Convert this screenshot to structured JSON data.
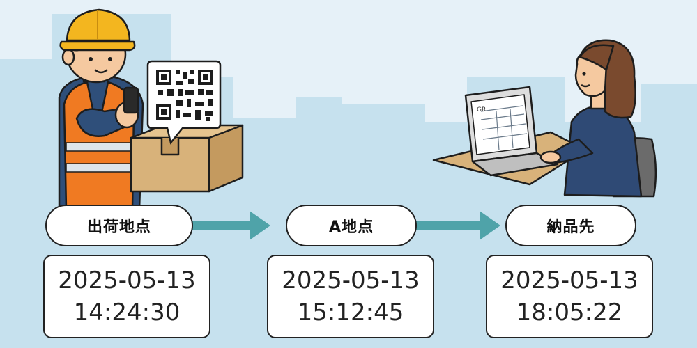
{
  "stages": [
    {
      "label": "出荷地点",
      "date": "2025-05-13",
      "time": "14:24:30"
    },
    {
      "label": "A地点",
      "date": "2025-05-13",
      "time": "15:12:45"
    },
    {
      "label": "納品先",
      "date": "2025-05-13",
      "time": "18:05:22"
    }
  ],
  "laptop_screen_text": "GR",
  "colors": {
    "sky": "#e6f1f8",
    "buildings": "#c6e1ee",
    "arrow": "#4fa3a9",
    "helmet": "#f3b61f",
    "vest": "#f07a22",
    "box": "#d8b27a",
    "worker_shirt": "#2f4f7a",
    "woman_sweater": "#2f4a75",
    "chair": "#6b6b6b"
  }
}
